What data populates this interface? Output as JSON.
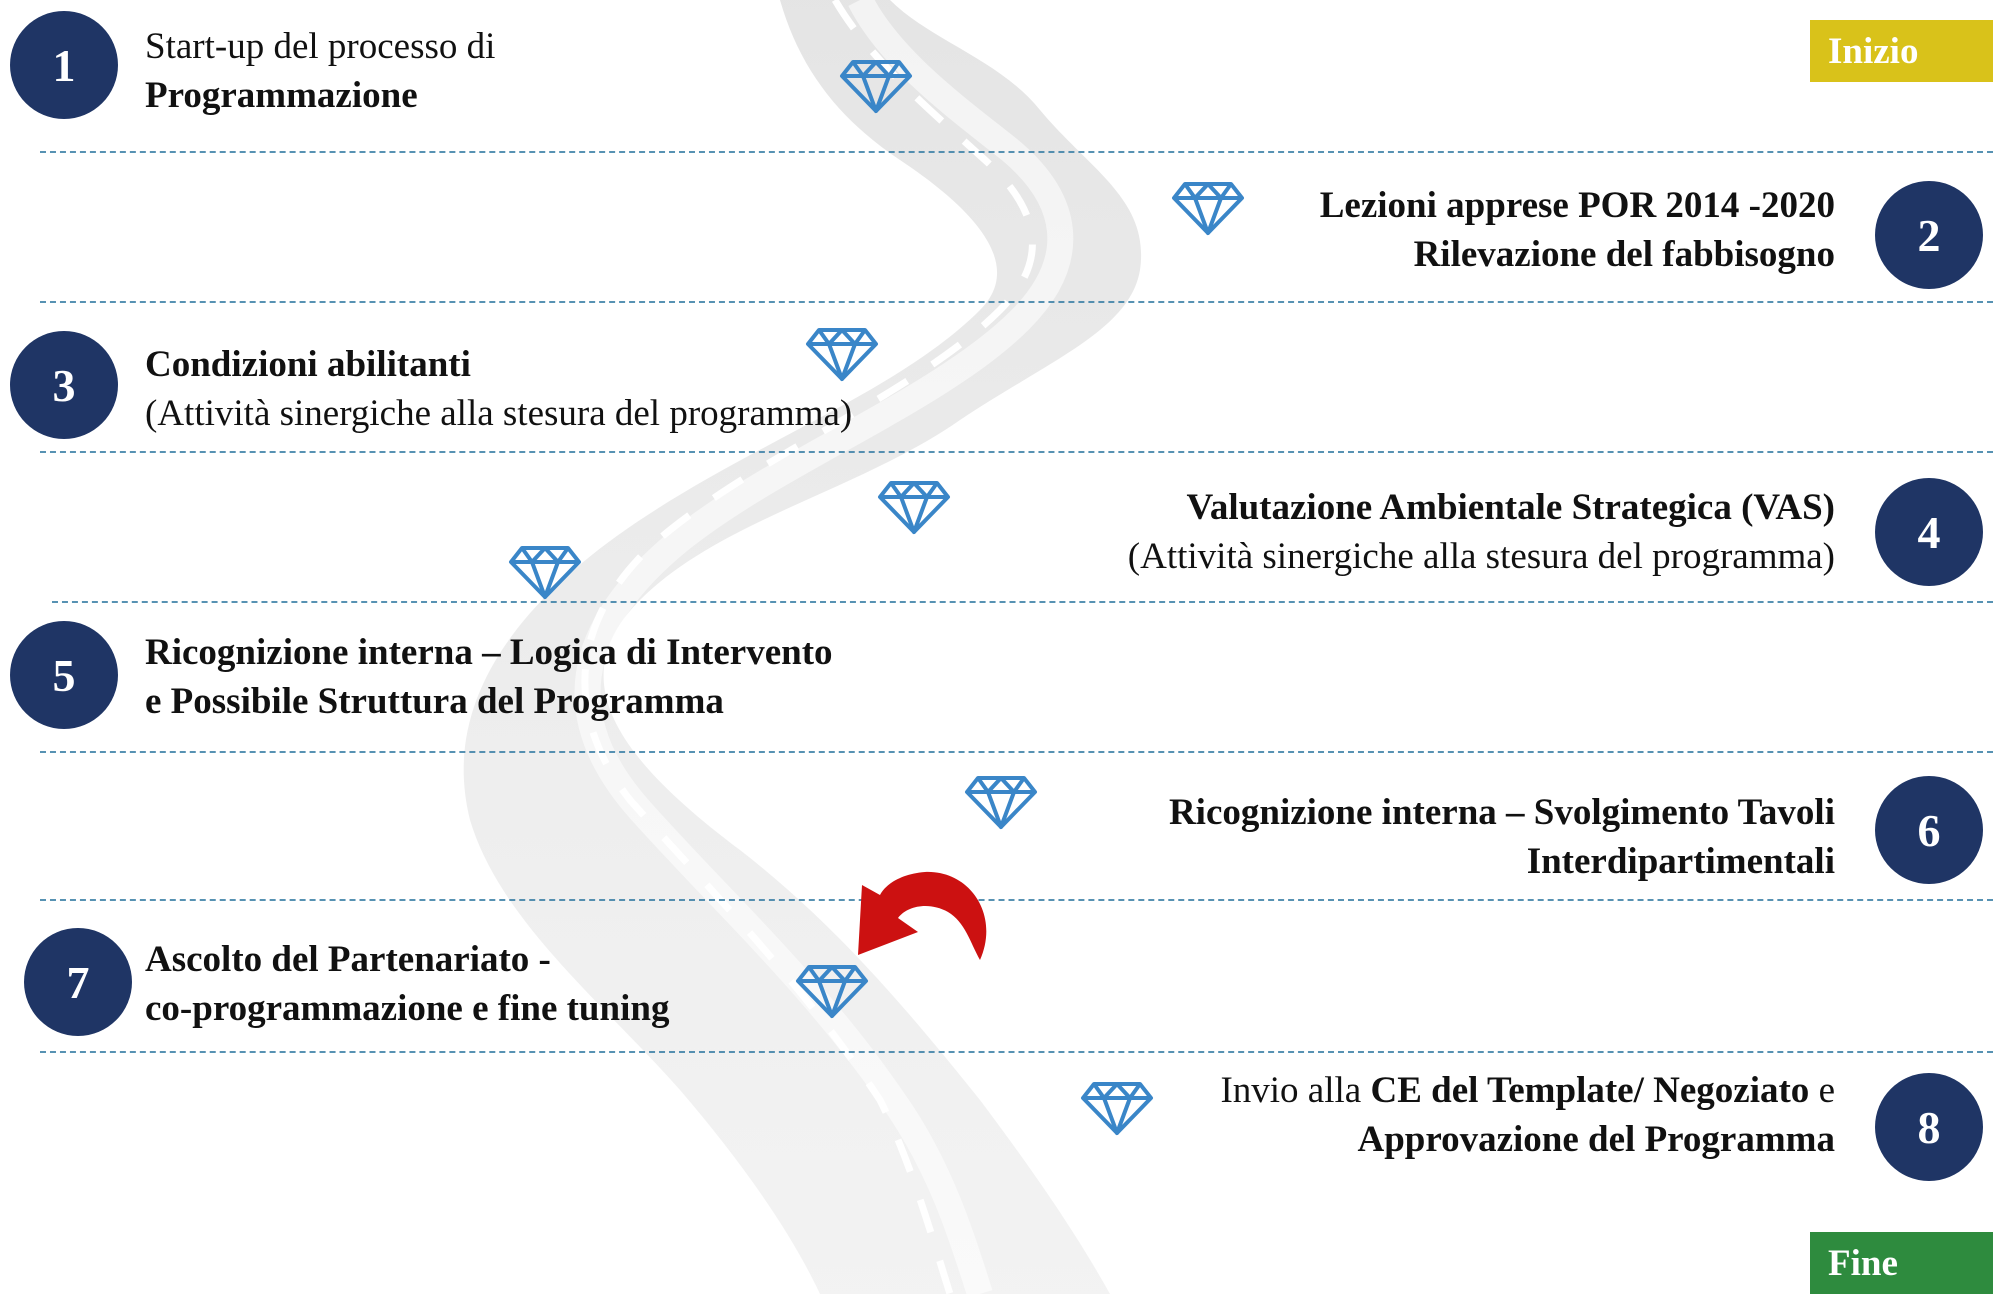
{
  "badges": {
    "start_label": "Inizio",
    "end_label": "Fine",
    "start_color": "#d9c21a",
    "end_color": "#2e8b3e"
  },
  "colors": {
    "circle": "#1f3565",
    "diamond": "#3a86c8",
    "divider": "#3a7fa6",
    "road": "#e6e6e6",
    "arrow": "#cc1111"
  },
  "steps": [
    {
      "number": "1",
      "line1_plain": "Start-up del processo di",
      "line2_bold": "Programmazione"
    },
    {
      "number": "2",
      "line1_bold": "Lezioni apprese POR 2014 -2020",
      "line2_bold": "Rilevazione del fabbisogno"
    },
    {
      "number": "3",
      "line1_bold": "Condizioni abilitanti",
      "line2_plain": "(Attività sinergiche alla stesura del programma)"
    },
    {
      "number": "4",
      "line1_bold": "Valutazione Ambientale Strategica (VAS)",
      "line2_plain": "(Attività sinergiche alla stesura del programma)"
    },
    {
      "number": "5",
      "line1_bold": "Ricognizione interna – Logica di Intervento",
      "line2_bold": "e Possibile Struttura del Programma"
    },
    {
      "number": "6",
      "line1_bold": "Ricognizione interna – Svolgimento Tavoli",
      "line2_bold": "Interdipartimentali"
    },
    {
      "number": "7",
      "line1_bold": "Ascolto del Partenariato -",
      "line2_bold": "co-programmazione e fine tuning"
    },
    {
      "number": "8",
      "line1_a_plain": "Invio alla ",
      "line1_b_bold": "CE del Template/ Negoziato",
      "line1_c_plain": " e",
      "line2_bold": "Approvazione del Programma"
    }
  ],
  "icons": {
    "milestone": "diamond-icon",
    "feedback": "curved-arrow-icon"
  }
}
